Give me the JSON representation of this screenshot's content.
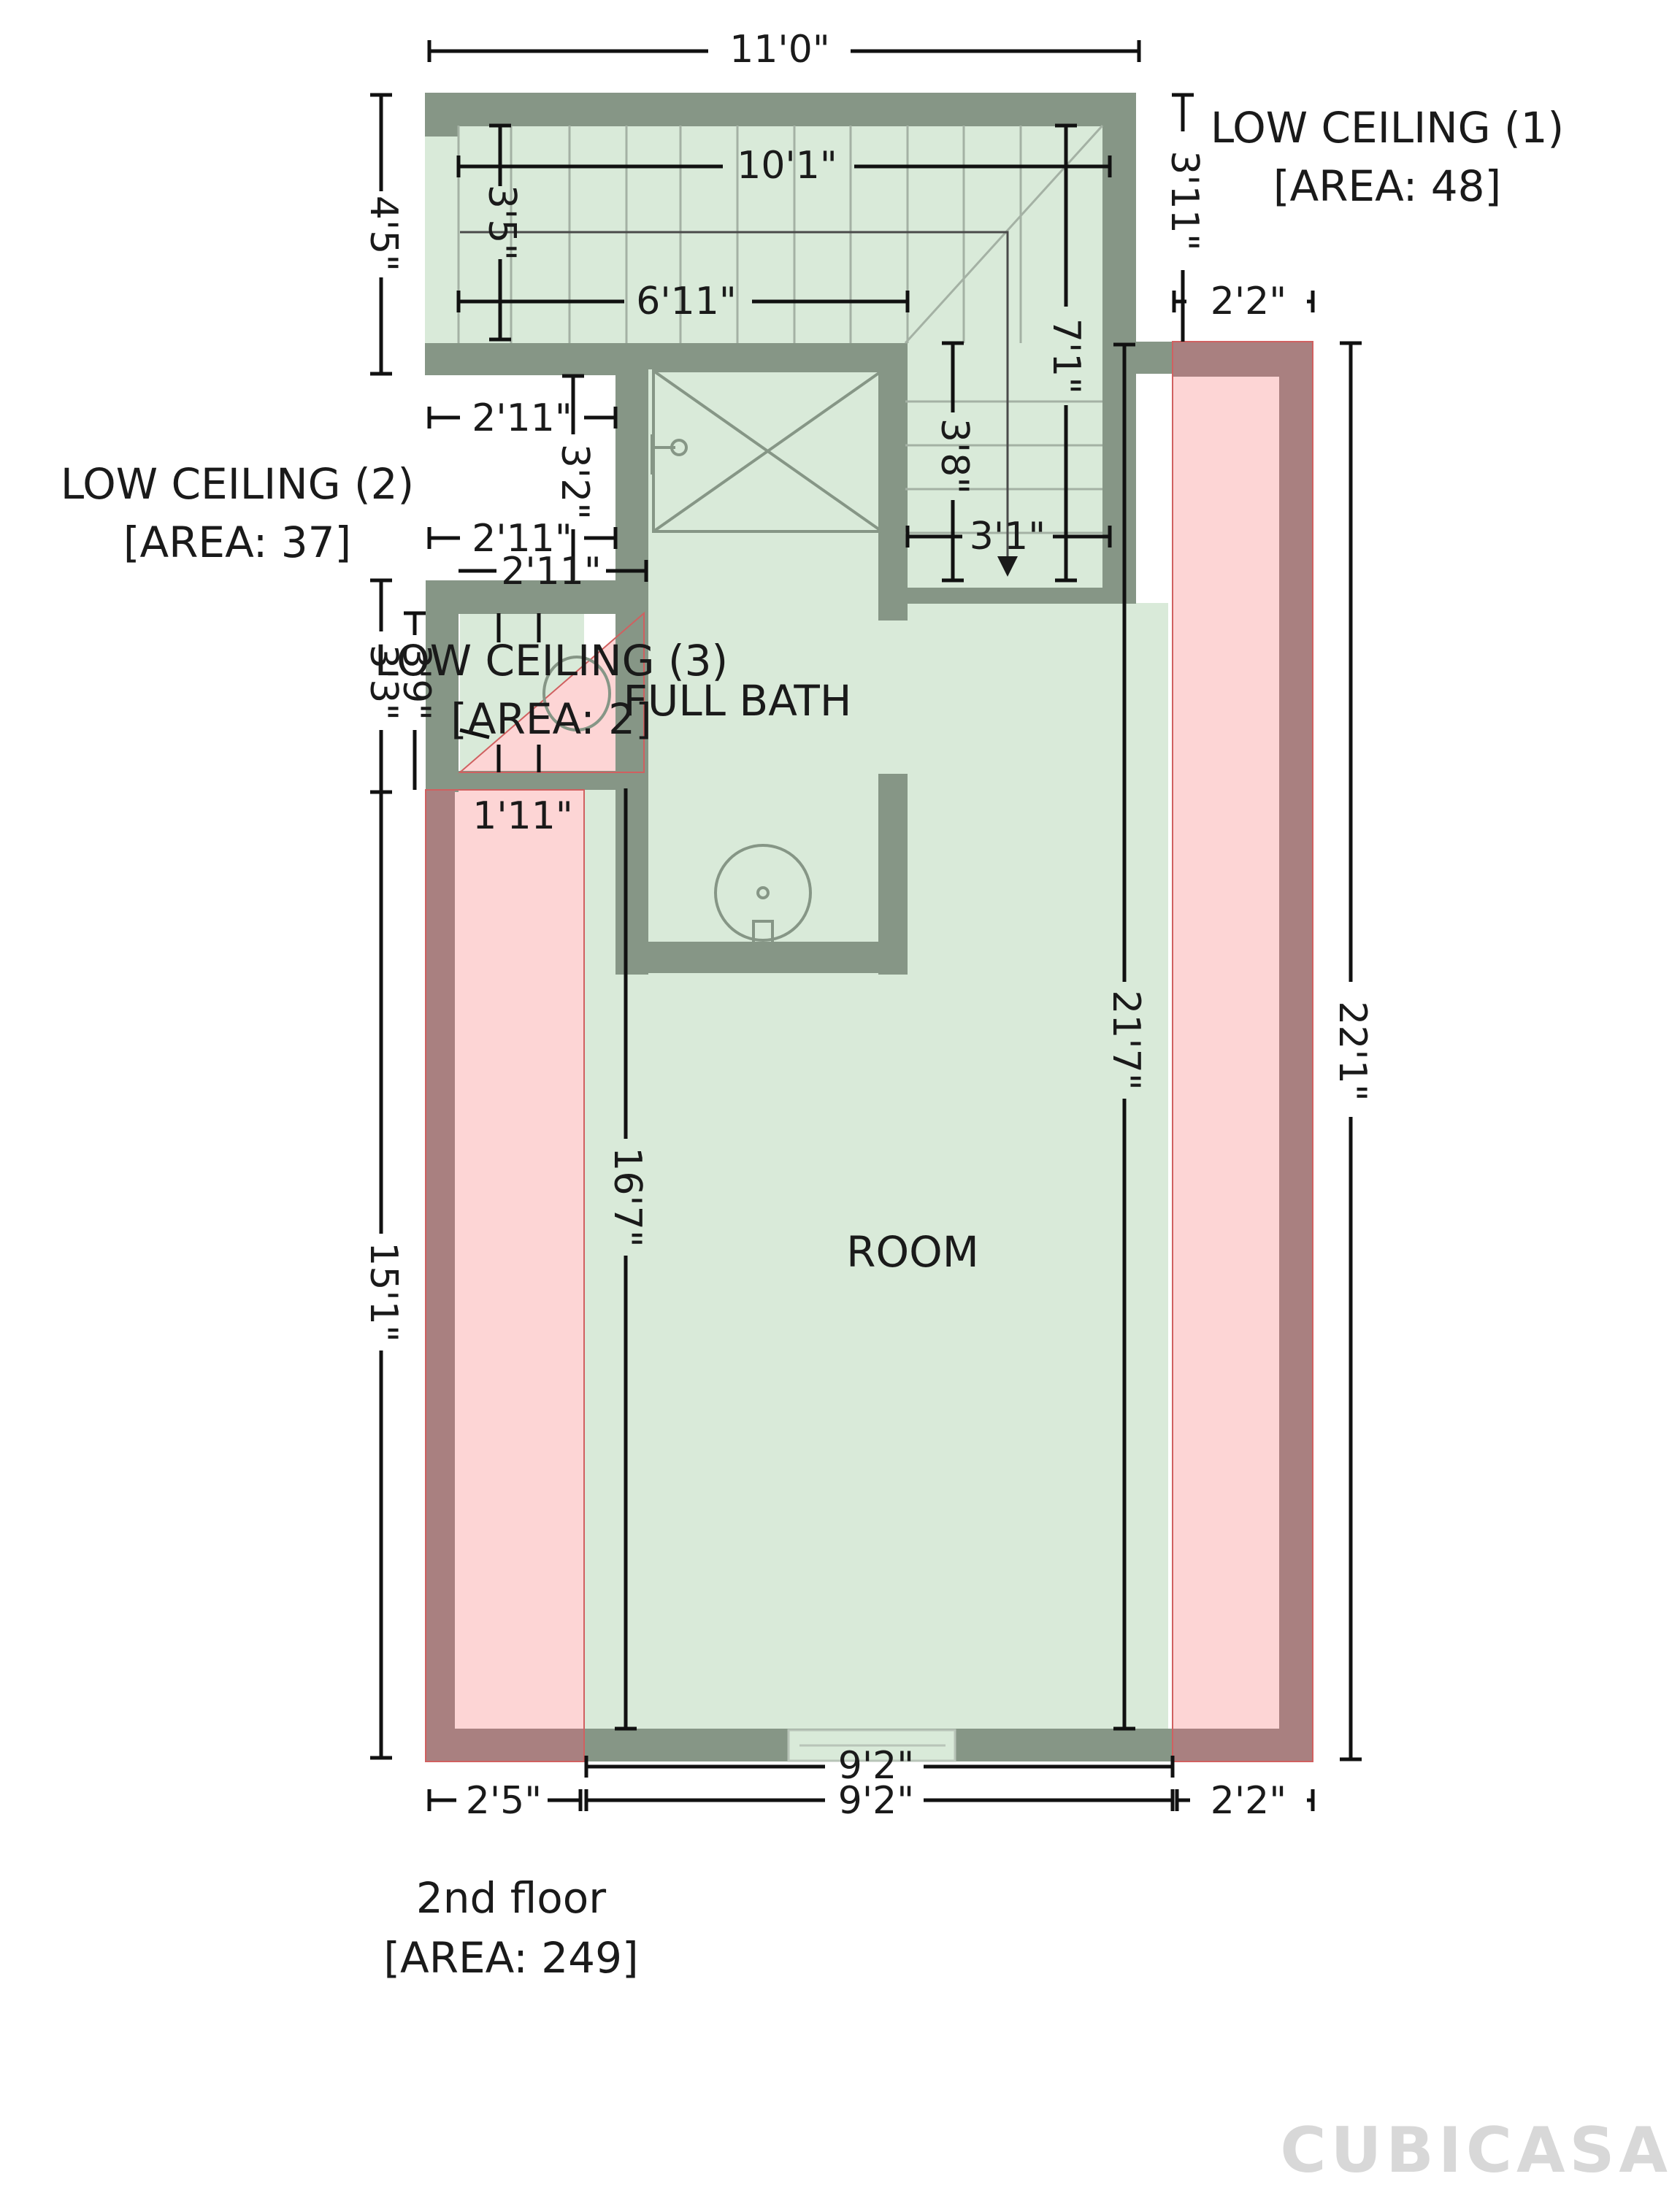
{
  "floor": {
    "name": "2nd floor",
    "area": "[AREA: 249]"
  },
  "rooms": {
    "room": "ROOM",
    "bath": "FULL BATH"
  },
  "low_ceilings": [
    {
      "name": "LOW CEILING (1)",
      "area": "[AREA: 48]"
    },
    {
      "name": "LOW CEILING (2)",
      "area": "[AREA: 37]"
    },
    {
      "name": "LOW CEILING (3)",
      "area": "[AREA: 2]"
    }
  ],
  "dimensions": {
    "top_overall": "11'0\"",
    "stair_top": "10'1\"",
    "stair_mid": "6'11\"",
    "stair_step": "3'5\"",
    "left_upper": "4'5\"",
    "lc1_height": "3'11\"",
    "lc1_width_top": "2'2\"",
    "stair_right": "7'1\"",
    "stair_lower": "3'8\"",
    "stair_landing": "3'1\"",
    "lc2_width_a": "2'11\"",
    "lc2_height": "3'2\"",
    "lc2_width_b": "2'11\"",
    "lc2_width_c": "2'11\"",
    "lc3_height_a": "3'3\"",
    "lc3_height_b": "3'9\"",
    "lc3_width": "1'11\"",
    "left_lower": "15'1\"",
    "room_left": "16'7\"",
    "room_right": "21'7\"",
    "right_overall": "22'1\"",
    "bottom_left": "2'5\"",
    "bottom_mid_a": "9'2\"",
    "bottom_mid_b": "9'2\"",
    "bottom_right": "2'2\""
  },
  "brand": "CUBICASA",
  "colors": {
    "room_fill": "#d9ead9",
    "low_ceiling_fill": "#fdd5d5",
    "wall_green": "#869686",
    "wall_red": "#a98080",
    "dim_line": "#111111"
  }
}
